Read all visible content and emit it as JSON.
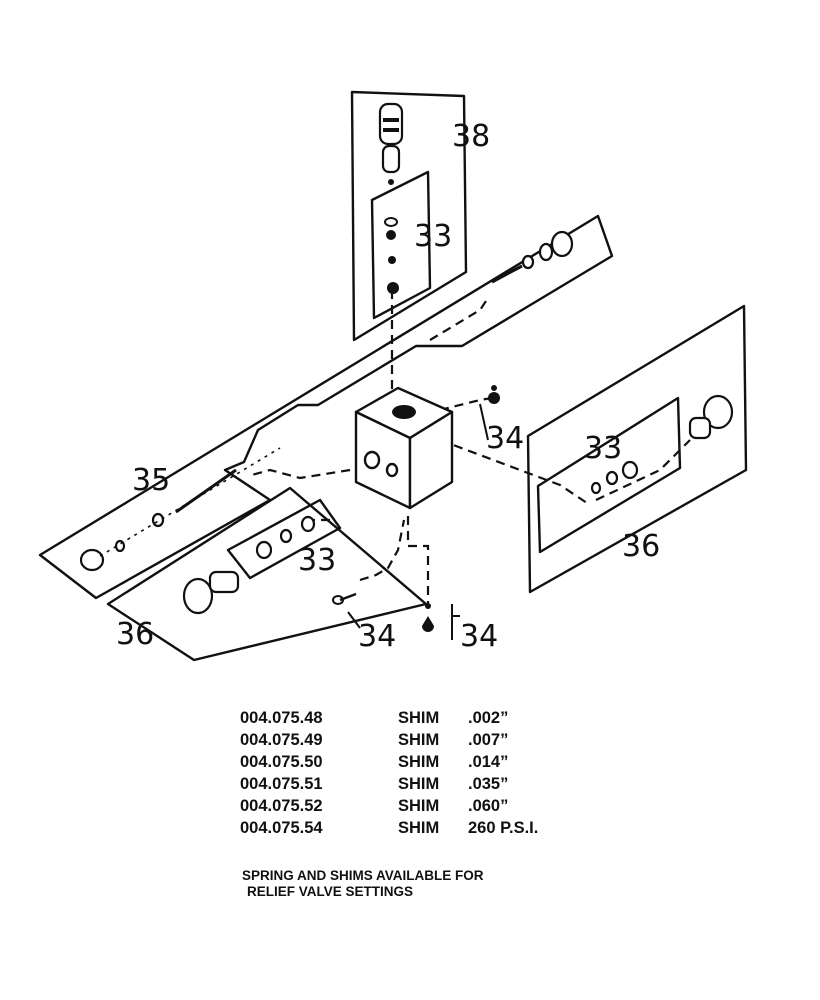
{
  "callouts": {
    "c38": "38",
    "c33_top": "33",
    "c34_right": "34",
    "c35": "35",
    "c33_right": "33",
    "c36_right": "36",
    "c33_left": "33",
    "c36_left": "36",
    "c34_bottom_left": "34",
    "c34_bottom": "34"
  },
  "parts": [
    {
      "part_number": "004.075.48",
      "description": "SHIM",
      "spec": ".002”"
    },
    {
      "part_number": "004.075.49",
      "description": "SHIM",
      "spec": ".007”"
    },
    {
      "part_number": "004.075.50",
      "description": "SHIM",
      "spec": ".014”"
    },
    {
      "part_number": "004.075.51",
      "description": "SHIM",
      "spec": ".035”"
    },
    {
      "part_number": "004.075.52",
      "description": "SHIM",
      "spec": ".060”"
    },
    {
      "part_number": "004.075.54",
      "description": "SHIM",
      "spec": "260 P.S.I."
    }
  ],
  "note": {
    "line1": "SPRING AND SHIMS AVAILABLE FOR",
    "line2": "RELIEF VALVE SETTINGS"
  }
}
